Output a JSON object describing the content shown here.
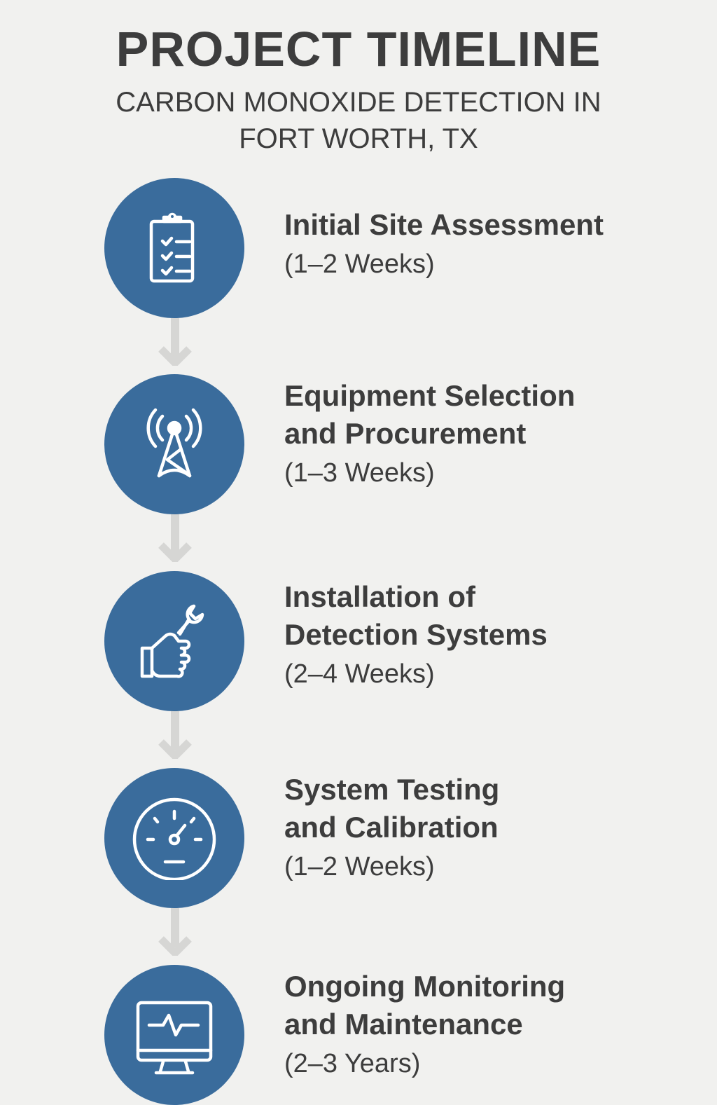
{
  "header": {
    "title": "PROJECT TIMELINE",
    "subtitle_line1": "CARBON MONOXIDE DETECTION IN",
    "subtitle_line2": "FORT WORTH, TX"
  },
  "colors": {
    "background": "#f1f1ef",
    "circle": "#3a6c9c",
    "text": "#3d3d3d",
    "arrow": "#d6d6d4",
    "icon": "#ffffff"
  },
  "steps": [
    {
      "icon": "clipboard-checklist-icon",
      "name_lines": [
        "Initial Site Assessment"
      ],
      "duration": "(1–2 Weeks)"
    },
    {
      "icon": "radio-tower-icon",
      "name_lines": [
        "Equipment Selection",
        "and Procurement"
      ],
      "duration": "(1–3 Weeks)"
    },
    {
      "icon": "hand-wrench-icon",
      "name_lines": [
        "Installation of",
        "Detection Systems"
      ],
      "duration": "(2–4 Weeks)"
    },
    {
      "icon": "gauge-icon",
      "name_lines": [
        "System Testing",
        "and Calibration"
      ],
      "duration": "(1–2 Weeks)"
    },
    {
      "icon": "monitor-pulse-icon",
      "name_lines": [
        "Ongoing Monitoring",
        "and Maintenance"
      ],
      "duration": "(2–3 Years)"
    }
  ]
}
